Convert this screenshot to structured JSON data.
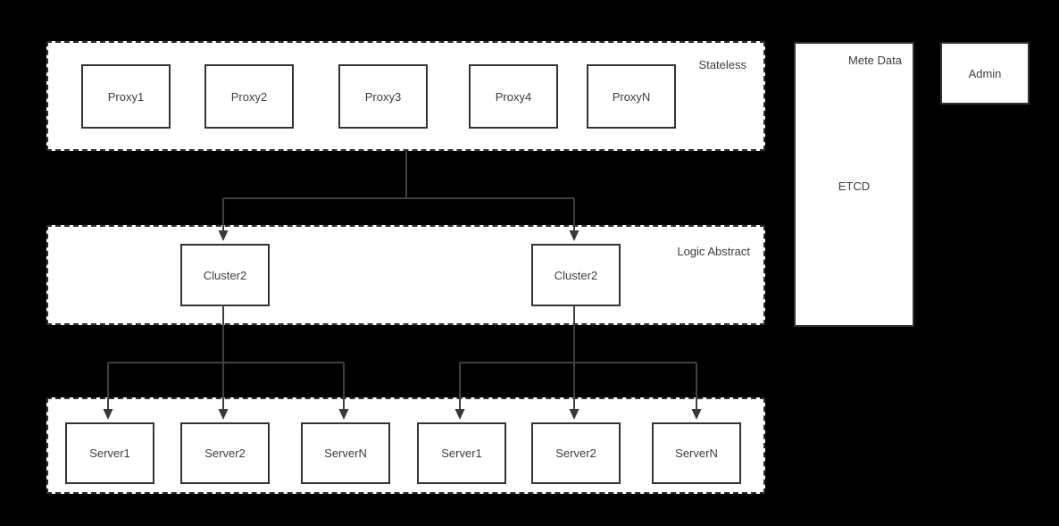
{
  "diagram": {
    "stateless": {
      "label": "Stateless",
      "nodes": [
        "Proxy1",
        "Proxy2",
        "Proxy3",
        "Proxy4",
        "ProxyN"
      ]
    },
    "logic": {
      "label": "Logic Abstract",
      "nodes": [
        "Cluster2",
        "Cluster2"
      ]
    },
    "serverRow": {
      "nodes": [
        "Server1",
        "Server2",
        "ServerN",
        "Server1",
        "Server2",
        "ServerN"
      ]
    },
    "metaData": {
      "label": "Mete Data",
      "node": "ETCD"
    },
    "admin": {
      "label": "Admin"
    },
    "colors": {
      "background": "#000000",
      "container_fill": "#ffffff",
      "box_border": "#333333",
      "dashed_border": "#2e2e2e",
      "text": "#3d3d3d",
      "connector": "#404040"
    }
  }
}
